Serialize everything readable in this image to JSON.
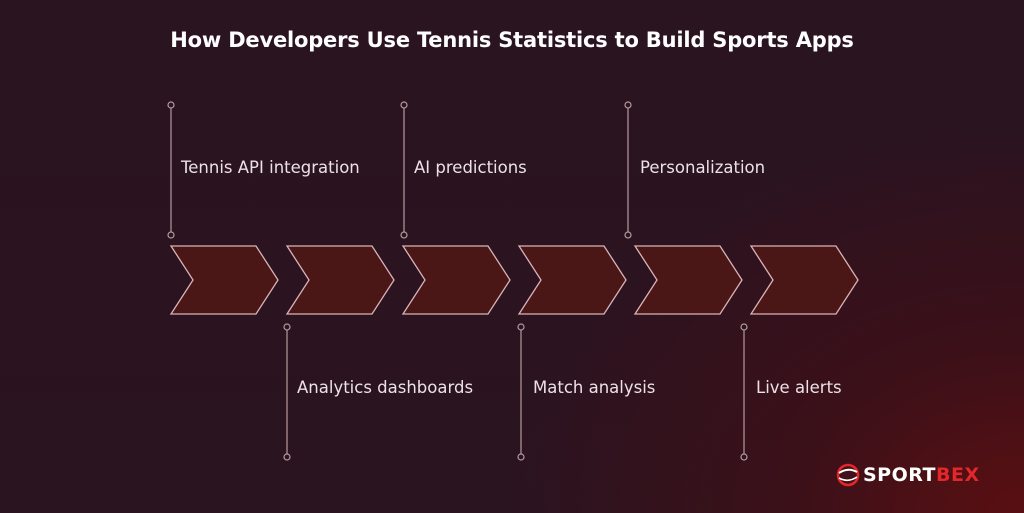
{
  "title": "How Developers Use Tennis Statistics to Build Sports Apps",
  "colors": {
    "background": "#2a1420",
    "chevron_fill": "#4a1616",
    "chevron_stroke": "#d8b4b8",
    "connector": "#b89aa0",
    "accent_red": "#e5262b"
  },
  "steps": [
    {
      "label": "Tennis API integration",
      "position": "top"
    },
    {
      "label": "Analytics dashboards",
      "position": "bottom"
    },
    {
      "label": "AI predictions",
      "position": "top"
    },
    {
      "label": "Match analysis",
      "position": "bottom"
    },
    {
      "label": "Personalization",
      "position": "top"
    },
    {
      "label": "Live alerts",
      "position": "bottom"
    }
  ],
  "logo": {
    "part1": "SPORT",
    "part2": "BEX"
  }
}
